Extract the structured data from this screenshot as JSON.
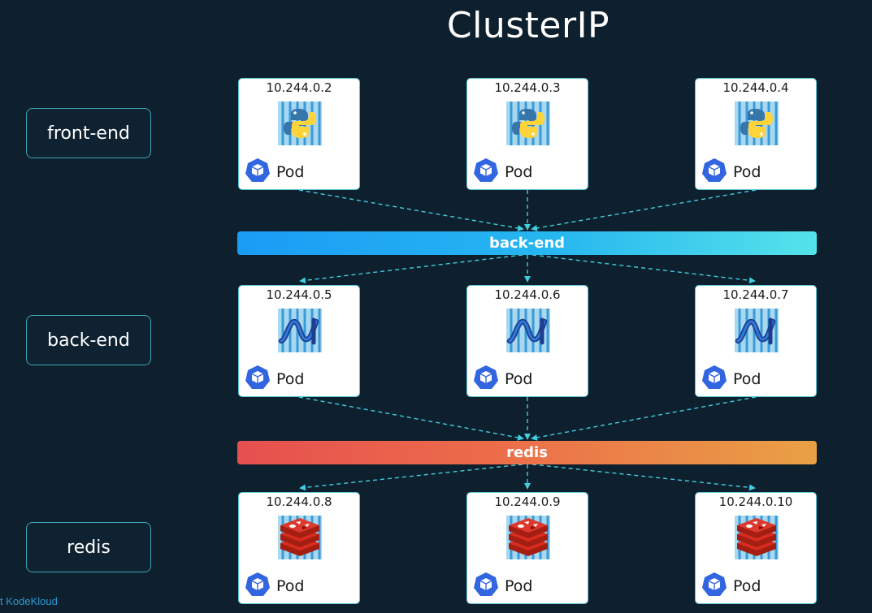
{
  "title": "ClusterIP",
  "tiers": {
    "frontend": {
      "label": "front-end"
    },
    "backend": {
      "label": "back-end"
    },
    "redis": {
      "label": "redis"
    }
  },
  "services": {
    "backend": {
      "label": "back-end",
      "colors": [
        "#1a9cf5",
        "#55e3ea"
      ]
    },
    "redis": {
      "label": "redis",
      "colors": [
        "#e6504f",
        "#e9a145"
      ]
    }
  },
  "pods": {
    "frontend": [
      {
        "ip": "10.244.0.2",
        "label": "Pod",
        "icon": "python-icon"
      },
      {
        "ip": "10.244.0.3",
        "label": "Pod",
        "icon": "python-icon"
      },
      {
        "ip": "10.244.0.4",
        "label": "Pod",
        "icon": "python-icon"
      }
    ],
    "backend": [
      {
        "ip": "10.244.0.5",
        "label": "Pod",
        "icon": "dotnet-icon"
      },
      {
        "ip": "10.244.0.6",
        "label": "Pod",
        "icon": "dotnet-icon"
      },
      {
        "ip": "10.244.0.7",
        "label": "Pod",
        "icon": "dotnet-icon"
      }
    ],
    "redis": [
      {
        "ip": "10.244.0.8",
        "label": "Pod",
        "icon": "redis-icon"
      },
      {
        "ip": "10.244.0.9",
        "label": "Pod",
        "icon": "redis-icon"
      },
      {
        "ip": "10.244.0.10",
        "label": "Pod",
        "icon": "redis-icon"
      }
    ]
  },
  "watermark": "t KodeKloud",
  "colors": {
    "background": "#0e1f2e",
    "accent": "#3fd0e0",
    "pod_border": "#59c6d8",
    "k8s": "#3265e0"
  }
}
